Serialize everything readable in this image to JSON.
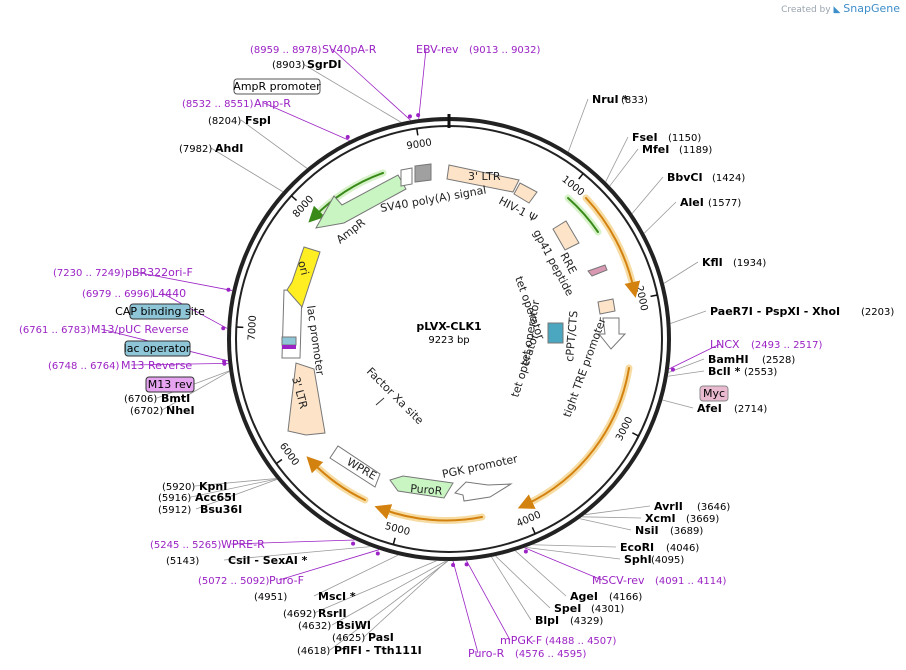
{
  "brand": {
    "created_by": "Created by",
    "name": "SnapGene"
  },
  "plasmid": {
    "name": "pLVX-CLK1",
    "length_text": "9223 bp",
    "length": 9223
  },
  "ticks": [
    {
      "pos": 1000,
      "label": "1000"
    },
    {
      "pos": 2000,
      "label": "2000"
    },
    {
      "pos": 3000,
      "label": "3000"
    },
    {
      "pos": 4000,
      "label": "4000"
    },
    {
      "pos": 5000,
      "label": "5000"
    },
    {
      "pos": 6000,
      "label": "6000"
    },
    {
      "pos": 7000,
      "label": "7000"
    },
    {
      "pos": 8000,
      "label": "8000"
    },
    {
      "pos": 9000,
      "label": "9000"
    }
  ],
  "sites": [
    {
      "id": "nrui",
      "name": "NruI *",
      "pos_text": "(833)",
      "pos": 833
    },
    {
      "id": "fsei",
      "name": "FseI",
      "pos_text": "(1150)",
      "pos": 1150
    },
    {
      "id": "mfei",
      "name": "MfeI",
      "pos_text": "(1189)",
      "pos": 1189
    },
    {
      "id": "bbvci",
      "name": "BbvCI",
      "pos_text": "(1424)",
      "pos": 1424
    },
    {
      "id": "alei",
      "name": "AleI",
      "pos_text": "(1577)",
      "pos": 1577
    },
    {
      "id": "kfli",
      "name": "KflI",
      "pos_text": "(1934)",
      "pos": 1934
    },
    {
      "id": "paer7i",
      "name": "PaeR7I - PspXI - XhoI",
      "pos_text": "(2203)",
      "pos": 2203
    },
    {
      "id": "bamhi",
      "name": "BamHI",
      "pos_text": "(2528)",
      "pos": 2528
    },
    {
      "id": "bcli",
      "name": "BclI *",
      "pos_text": "(2553)",
      "pos": 2553
    },
    {
      "id": "afei",
      "name": "AfeI",
      "pos_text": "(2714)",
      "pos": 2714
    },
    {
      "id": "avrii",
      "name": "AvrII",
      "pos_text": "(3646)",
      "pos": 3646
    },
    {
      "id": "xcmi",
      "name": "XcmI",
      "pos_text": "(3669)",
      "pos": 3669
    },
    {
      "id": "nsii",
      "name": "NsiI",
      "pos_text": "(3689)",
      "pos": 3689
    },
    {
      "id": "ecori",
      "name": "EcoRI",
      "pos_text": "(4046)",
      "pos": 4046
    },
    {
      "id": "sphi",
      "name": "SphI",
      "pos_text": "(4095)",
      "pos": 4095
    },
    {
      "id": "agei",
      "name": "AgeI",
      "pos_text": "(4166)",
      "pos": 4166
    },
    {
      "id": "spei",
      "name": "SpeI",
      "pos_text": "(4301)",
      "pos": 4301
    },
    {
      "id": "blpi",
      "name": "BlpI",
      "pos_text": "(4329)",
      "pos": 4329
    },
    {
      "id": "pflfi",
      "name": "PflFI - Tth111I",
      "pos_text": "(4618)",
      "pos": 4618
    },
    {
      "id": "pasi",
      "name": "PasI",
      "pos_text": "(4625)",
      "pos": 4625
    },
    {
      "id": "bsiwi",
      "name": "BsiWI",
      "pos_text": "(4632)",
      "pos": 4632
    },
    {
      "id": "rsrii",
      "name": "RsrII",
      "pos_text": "(4692)",
      "pos": 4692
    },
    {
      "id": "msci",
      "name": "MscI *",
      "pos_text": "(4951)",
      "pos": 4951
    },
    {
      "id": "csii",
      "name": "CsiI - SexAI *",
      "pos_text": "(5143)",
      "pos": 5143
    },
    {
      "id": "bsu36i",
      "name": "Bsu36I",
      "pos_text": "(5912)",
      "pos": 5912
    },
    {
      "id": "acc65i",
      "name": "Acc65I",
      "pos_text": "(5916)",
      "pos": 5916
    },
    {
      "id": "kpni",
      "name": "KpnI",
      "pos_text": "(5920)",
      "pos": 5920
    },
    {
      "id": "nhei",
      "name": "NheI",
      "pos_text": "(6702)",
      "pos": 6702
    },
    {
      "id": "bmti",
      "name": "BmtI",
      "pos_text": "(6706)",
      "pos": 6706
    },
    {
      "id": "ahdi",
      "name": "AhdI",
      "pos_text": "(7982)",
      "pos": 7982
    },
    {
      "id": "fspi",
      "name": "FspI",
      "pos_text": "(8204)",
      "pos": 8204
    },
    {
      "id": "sgrdi",
      "name": "SgrDI",
      "pos_text": "(8903)",
      "pos": 8903
    }
  ],
  "primers": [
    {
      "id": "sv40pa-r",
      "name": "SV40pA-R",
      "range": "(8959 .. 8978)",
      "pos": 8968
    },
    {
      "id": "ebv-rev",
      "name": "EBV-rev",
      "range": "(9013 .. 9032)",
      "pos": 9022
    },
    {
      "id": "amp-r",
      "name": "Amp-R",
      "range": "(8532 .. 8551)",
      "pos": 8541
    },
    {
      "id": "pbr322ori-f",
      "name": "pBR322ori-F",
      "range": "(7230 .. 7249)",
      "pos": 7240
    },
    {
      "id": "l4440",
      "name": "L4440",
      "range": "(6979 .. 6996)",
      "pos": 6987
    },
    {
      "id": "m13-puc-reverse",
      "name": "M13/pUC Reverse",
      "range": "(6761 .. 6783)",
      "pos": 6772
    },
    {
      "id": "m13-reverse",
      "name": "M13 Reverse",
      "range": "(6748 .. 6764)",
      "pos": 6756
    },
    {
      "id": "lncx",
      "name": "LNCX",
      "range": "(2493 .. 2517)",
      "pos": 2505
    },
    {
      "id": "mscv-rev",
      "name": "MSCV-rev",
      "range": "(4091 .. 4114)",
      "pos": 4102
    },
    {
      "id": "mpgk-f",
      "name": "mPGK-F",
      "range": "(4488 .. 4507)",
      "pos": 4497
    },
    {
      "id": "puro-r",
      "name": "Puro-R",
      "range": "(4576 .. 4595)",
      "pos": 4585
    },
    {
      "id": "puro-f",
      "name": "Puro-F",
      "range": "(5072 .. 5092)",
      "pos": 5082
    },
    {
      "id": "wpre-r",
      "name": "WPRE-R",
      "range": "(5245 .. 5265)",
      "pos": 5255
    }
  ],
  "boxed_labels": [
    {
      "id": "ampr-promoter",
      "text": "AmpR promoter",
      "fill": "#ffffff",
      "stroke": "#555555"
    },
    {
      "id": "cap-binding-site",
      "text": "CAP binding site",
      "fill": "#8ec6d8",
      "stroke": "#333333"
    },
    {
      "id": "lac-operator",
      "text": "lac operator",
      "fill": "#8ec6d8",
      "stroke": "#333333"
    },
    {
      "id": "m13-rev",
      "text": "M13 rev",
      "fill": "#e5a3f0",
      "stroke": "#333333"
    },
    {
      "id": "myc",
      "text": "Myc",
      "fill": "#e9b9cf",
      "stroke": "#888888"
    }
  ],
  "features": [
    {
      "id": "ltr-3-top",
      "name": "3' LTR",
      "start": 9223,
      "end": 9820,
      "color": "#fde3c8",
      "type": "box"
    },
    {
      "id": "hiv-psi",
      "name": "HIV-1 Ψ",
      "color": "#fde3c8",
      "type": "box"
    },
    {
      "id": "rre",
      "name": "RRE",
      "color": "#fde3c8",
      "type": "box"
    },
    {
      "id": "gp41-peptide",
      "name": "gp41 peptide",
      "color": "#d998b2",
      "type": "arrow"
    },
    {
      "id": "cppt-cts",
      "name": "cPPT/CTS",
      "color": "#fde3c8",
      "type": "box"
    },
    {
      "id": "tet-operator",
      "name": "tet operator",
      "color": "#4aa7bf",
      "type": "box"
    },
    {
      "id": "tight-tre-promoter",
      "name": "tight TRE promoter",
      "color": "#ffffff",
      "type": "arrow"
    },
    {
      "id": "pgk-promoter",
      "name": "PGK promoter",
      "color": "#ffffff",
      "type": "arrow"
    },
    {
      "id": "puror",
      "name": "PuroR",
      "color": "#c8f5c2",
      "type": "arrow"
    },
    {
      "id": "wpre",
      "name": "WPRE",
      "color": "#ffffff",
      "type": "box"
    },
    {
      "id": "factor-xa",
      "name": "Factor Xa site",
      "color": "#333333",
      "type": "line"
    },
    {
      "id": "ltr-3-bottom",
      "name": "3' LTR",
      "color": "#fde3c8",
      "type": "box"
    },
    {
      "id": "lac-promoter",
      "name": "lac promoter",
      "color": "#ffffff",
      "type": "arrow"
    },
    {
      "id": "ori",
      "name": "ori",
      "color": "#ffee22",
      "type": "arrow"
    },
    {
      "id": "ampr",
      "name": "AmpR",
      "color": "#c8f5c2",
      "type": "arrow"
    },
    {
      "id": "sv40-polya",
      "name": "SV40 poly(A) signal",
      "color": "#a0a0a0",
      "type": "box"
    }
  ],
  "labels": {
    "tet_operator_a": "tet operator",
    "tet_operator_b": "tet operator",
    "tet_operator_c": "tet operator"
  }
}
